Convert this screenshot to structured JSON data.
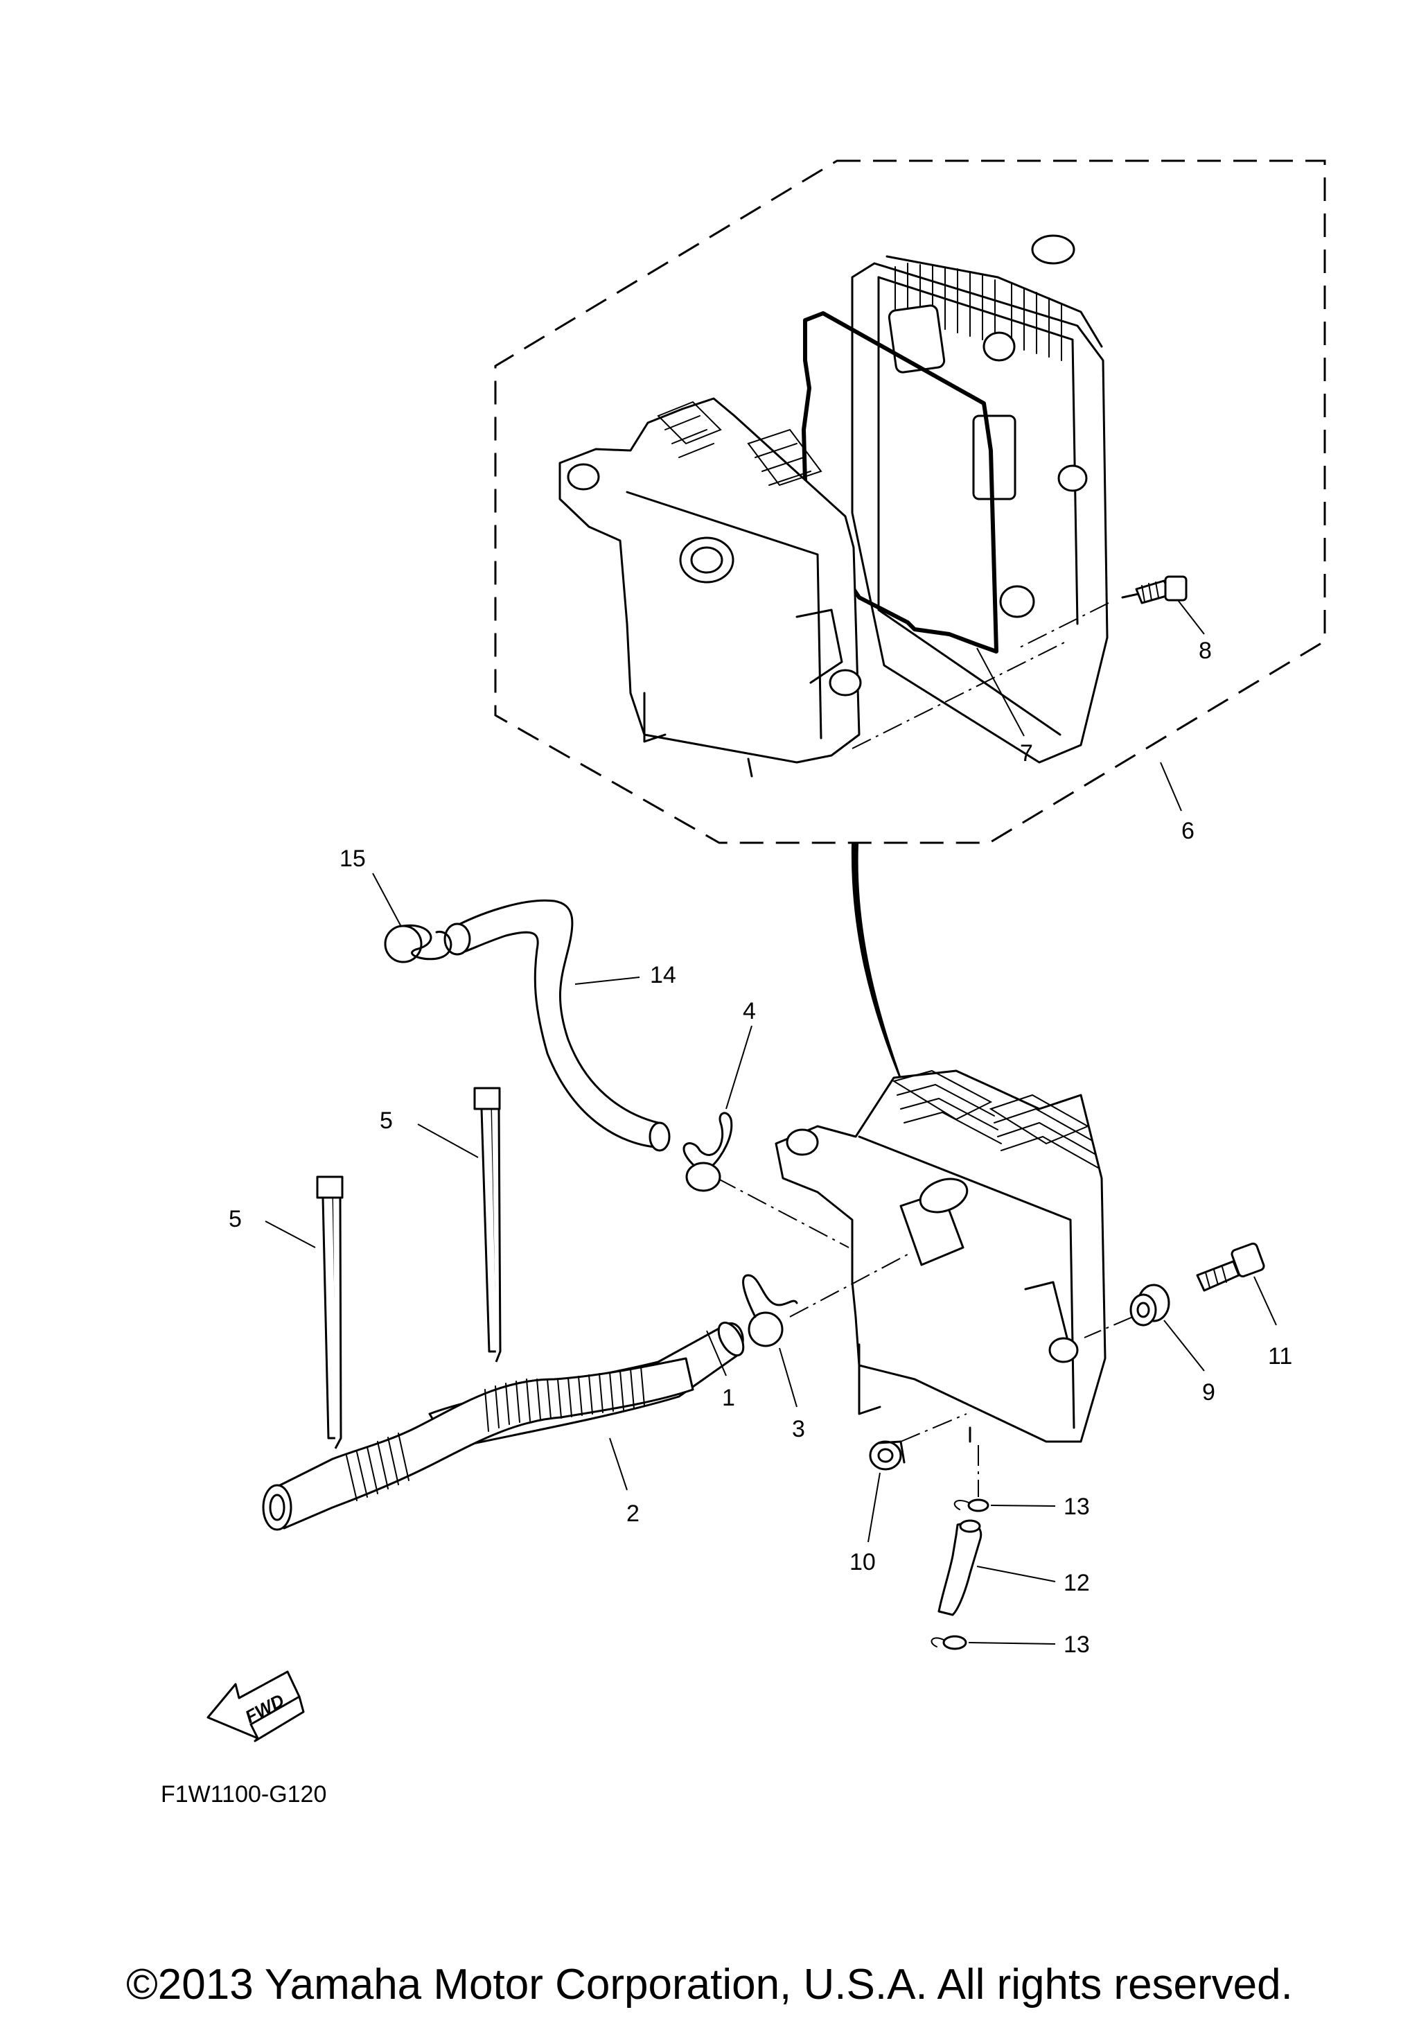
{
  "diagram": {
    "reference_code": "F1W1100-G120",
    "fwd_label": "FWD",
    "callouts": [
      {
        "id": "1",
        "label": "1"
      },
      {
        "id": "2",
        "label": "2"
      },
      {
        "id": "3",
        "label": "3"
      },
      {
        "id": "4",
        "label": "4"
      },
      {
        "id": "5a",
        "label": "5"
      },
      {
        "id": "5b",
        "label": "5"
      },
      {
        "id": "6",
        "label": "6"
      },
      {
        "id": "7",
        "label": "7"
      },
      {
        "id": "8",
        "label": "8"
      },
      {
        "id": "9",
        "label": "9"
      },
      {
        "id": "10",
        "label": "10"
      },
      {
        "id": "11",
        "label": "11"
      },
      {
        "id": "12",
        "label": "12"
      },
      {
        "id": "13a",
        "label": "13"
      },
      {
        "id": "13b",
        "label": "13"
      },
      {
        "id": "14",
        "label": "14"
      },
      {
        "id": "15",
        "label": "15"
      }
    ]
  },
  "footer": {
    "copyright": "©2013 Yamaha Motor Corporation, U.S.A. All rights reserved."
  }
}
